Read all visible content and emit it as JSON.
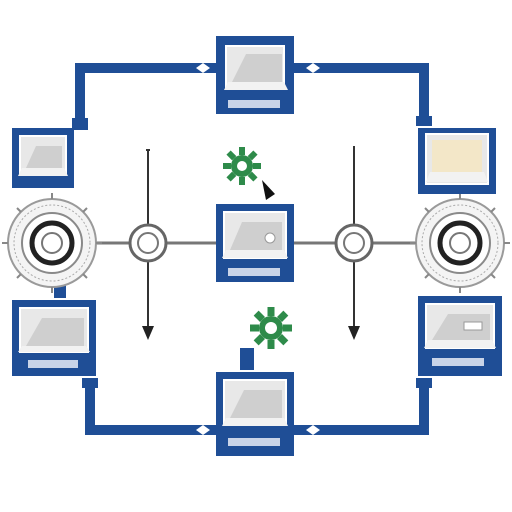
{
  "colors": {
    "background": "#ffffff",
    "primary_blue": "#1f4e96",
    "dark_blue": "#163d78",
    "gear_green": "#2e8b4a",
    "line_gray": "#555555",
    "arrow_dark": "#222222",
    "screen_light": "#e6e6e6",
    "gear_gray": "#8a8a8a"
  },
  "nodes": [
    {
      "id": "top",
      "icon": "laptop-icon"
    },
    {
      "id": "left-upper",
      "icon": "laptop-icon"
    },
    {
      "id": "center",
      "icon": "laptop-icon"
    },
    {
      "id": "right-upper",
      "icon": "laptop-icon"
    },
    {
      "id": "left-lower",
      "icon": "laptop-icon"
    },
    {
      "id": "right-lower",
      "icon": "laptop-icon"
    },
    {
      "id": "bottom",
      "icon": "laptop-icon"
    }
  ],
  "decorations": {
    "large_gears": [
      "gear-icon",
      "gear-icon"
    ],
    "small_green_gears": [
      "gear-icon",
      "gear-icon"
    ],
    "connectors": [
      "ring-connector-icon",
      "ring-connector-icon"
    ],
    "arrows": [
      "arrow-down-icon",
      "arrow-down-icon"
    ]
  }
}
